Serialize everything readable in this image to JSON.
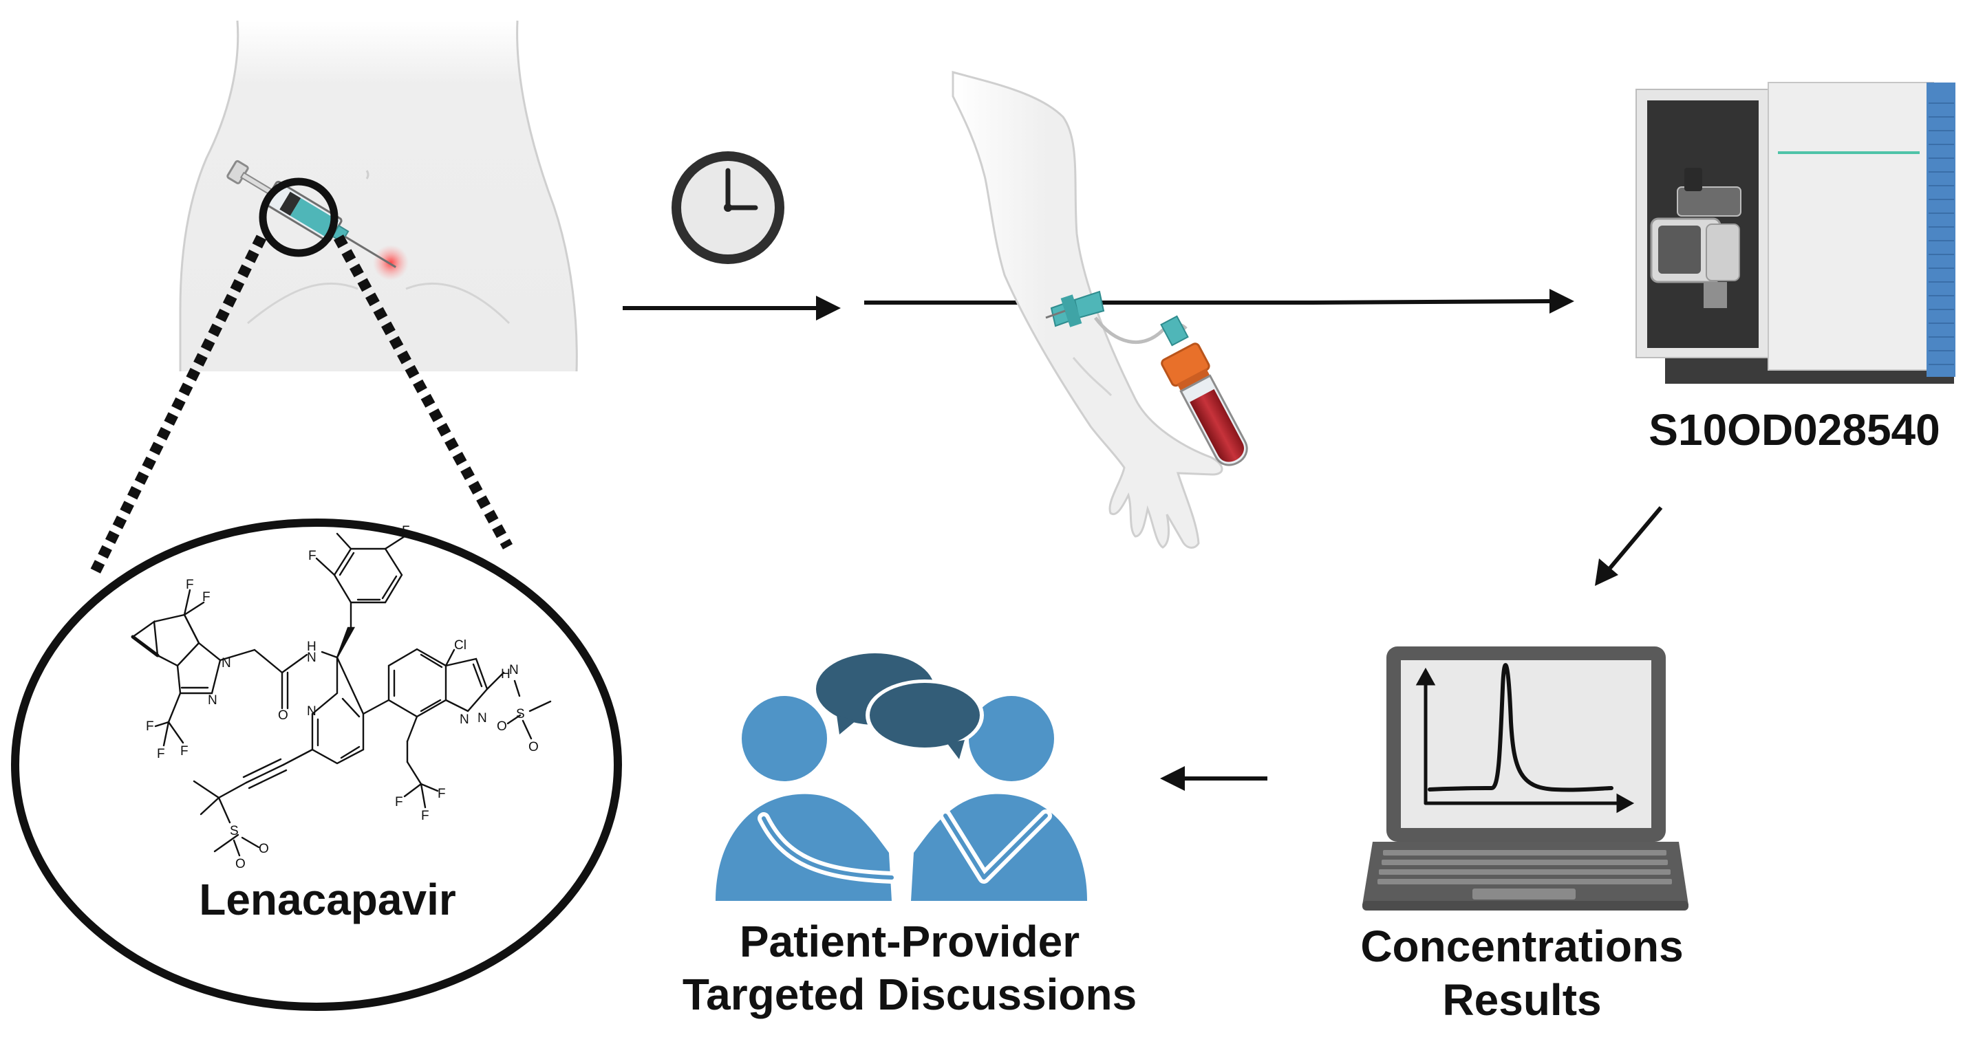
{
  "colors": {
    "skin": "#eeeeee",
    "skin_outline": "#c9c9c9",
    "accent_teal": "#4fb6b8",
    "blood": "#b5252d",
    "cap_orange": "#e8702a",
    "person_blue": "#4f94c7",
    "bubble_dark": "#335d78",
    "instrument_blue": "#4c86c4",
    "line_black": "#111111"
  },
  "steps": {
    "injection": {
      "icons": [
        "abdomen-icon",
        "syringe-icon",
        "magnifier-icon"
      ]
    },
    "wait": {
      "icons": [
        "clock-icon"
      ]
    },
    "blood_draw": {
      "icons": [
        "arm-icon",
        "butterfly-needle-icon",
        "blood-tube-icon"
      ]
    },
    "analysis": {
      "label": "S10OD028540",
      "icons": [
        "mass-spectrometer-icon"
      ]
    },
    "results": {
      "label_line1": "Concentrations",
      "label_line2": "Results",
      "icons": [
        "laptop-icon",
        "chromatogram-icon"
      ]
    },
    "discussion": {
      "label_line1": "Patient-Provider",
      "label_line2": "Targeted Discussions",
      "icons": [
        "two-people-icon",
        "speech-bubbles-icon"
      ]
    }
  },
  "molecule": {
    "name": "Lenacapavir",
    "atoms": {
      "f": "F",
      "n": "N",
      "h": "H",
      "o": "O",
      "s": "S",
      "cl": "Cl"
    }
  }
}
